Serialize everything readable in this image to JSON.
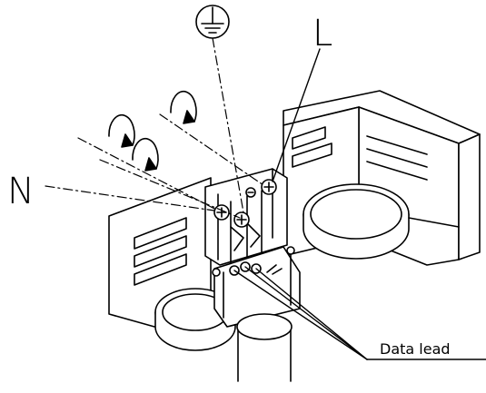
{
  "labels": {
    "neutral": "N",
    "live": "L",
    "data_lead": "Data lead"
  },
  "symbols": {
    "earth": "protective-earth-symbol"
  },
  "colors": {
    "ink": "#000000",
    "background": "#ffffff"
  }
}
